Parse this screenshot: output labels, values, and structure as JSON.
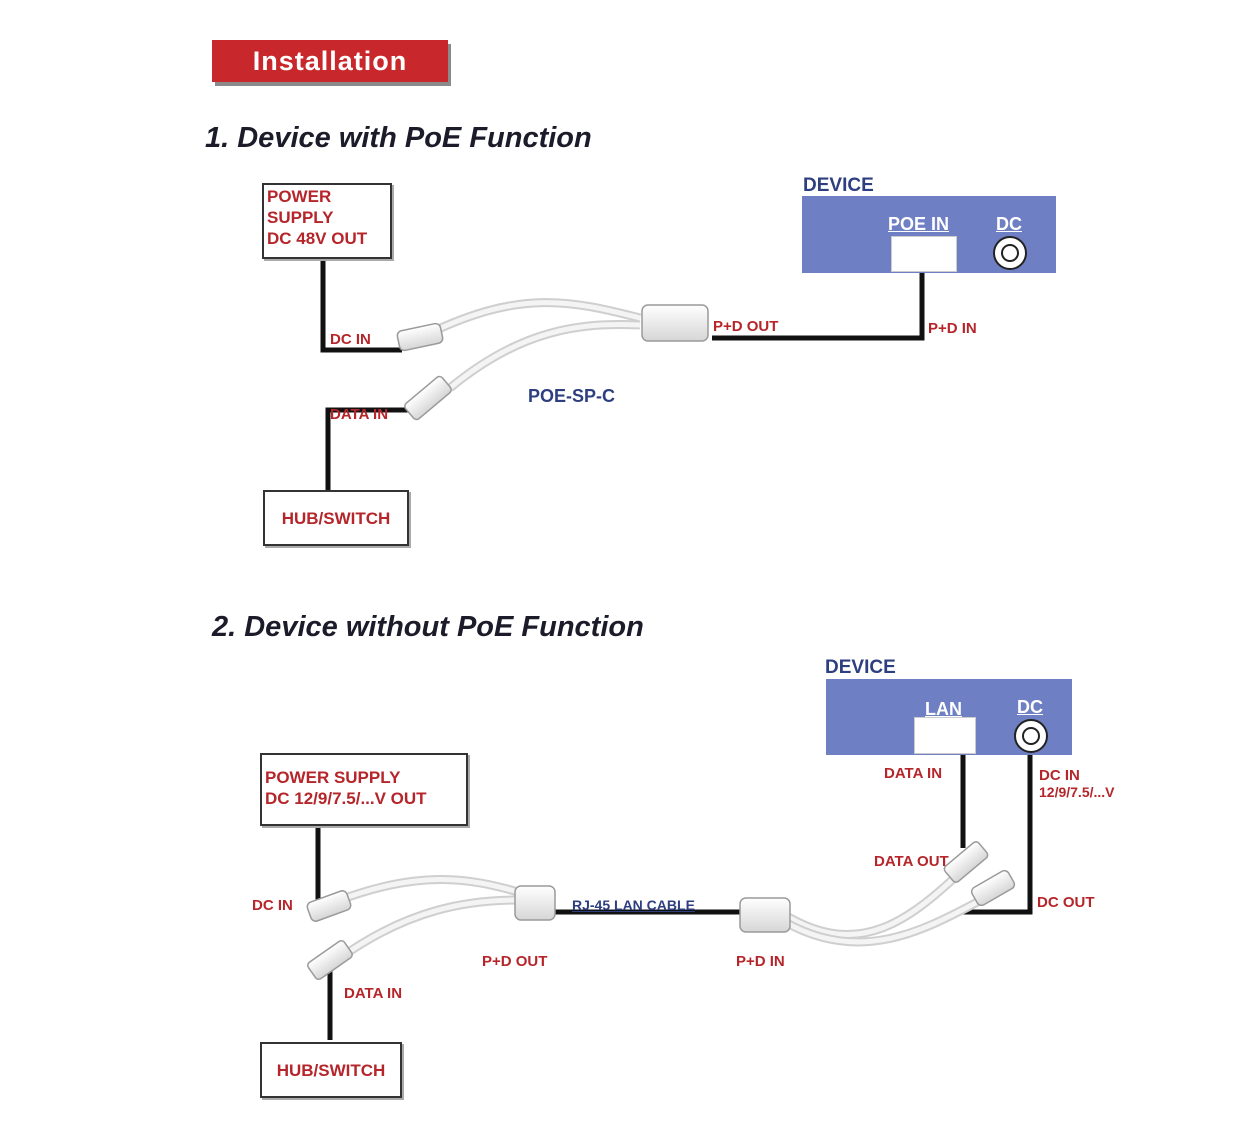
{
  "banner": "Installation",
  "section1": {
    "title": "1. Device with PoE Function",
    "power_supply": [
      "POWER",
      "SUPPLY",
      "DC 48V OUT"
    ],
    "dc_in": "DC IN",
    "data_in": "DATA IN",
    "hub": "HUB/SWITCH",
    "model": "POE-SP-C",
    "pd_out": "P+D OUT",
    "pd_in": "P+D IN",
    "device_label": "DEVICE",
    "port_poe": "POE IN",
    "port_dc": "DC"
  },
  "section2": {
    "title": "2. Device without PoE  Function",
    "power_supply": [
      "POWER SUPPLY",
      "DC 12/9/7.5/...V OUT"
    ],
    "dc_in": "DC IN",
    "data_in": "DATA IN",
    "hub": "HUB/SWITCH",
    "pd_out": "P+D OUT",
    "cable": "RJ-45 LAN CABLE",
    "pd_in": "P+D IN",
    "data_out": "DATA OUT",
    "dc_out": "DC OUT",
    "device_data_in": "DATA IN",
    "device_dc_in": [
      "DC IN",
      "12/9/7.5/...V"
    ],
    "device_label": "DEVICE",
    "port_lan": "LAN",
    "port_dc": "DC"
  },
  "colors": {
    "banner": "#c8282b",
    "label_red": "#b5252a",
    "device_blue": "#6f7fc4",
    "navy_text": "#2e3f80"
  }
}
